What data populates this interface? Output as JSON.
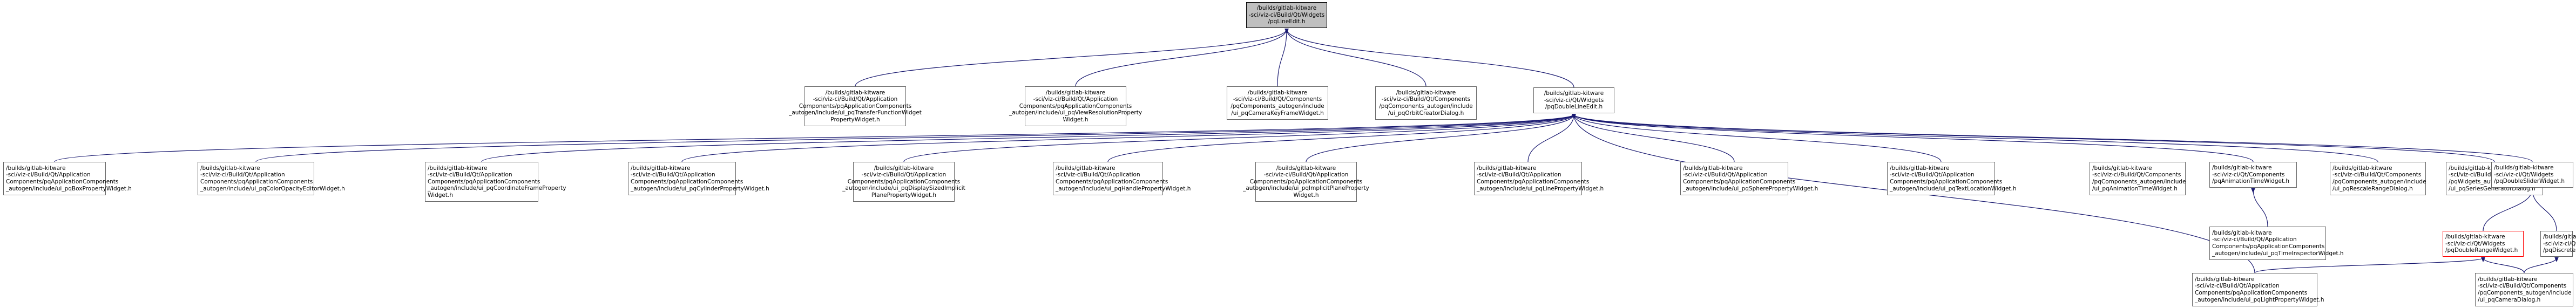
{
  "colors": {
    "edge": "#191970",
    "border": "#666666",
    "root_fill": "#bfbfbf",
    "highlight_border": "#ff0000"
  },
  "nodes": {
    "root": {
      "lines": [
        "/builds/gitlab-kitware",
        "-sci/viz-ci/Build/Qt/Widgets",
        "/pqLineEdit.h"
      ]
    },
    "transfer": {
      "lines": [
        "/builds/gitlab-kitware",
        "-sci/viz-ci/Build/Qt/Application",
        "Components/pqApplicationComponents",
        "_autogen/include/ui_pqTransferFunctionWidget",
        "PropertyWidget.h"
      ]
    },
    "viewres": {
      "lines": [
        "/builds/gitlab-kitware",
        "-sci/viz-ci/Build/Qt/Application",
        "Components/pqApplicationComponents",
        "_autogen/include/ui_pqViewResolutionProperty",
        "Widget.h"
      ]
    },
    "camkey": {
      "lines": [
        "/builds/gitlab-kitware",
        "-sci/viz-ci/Build/Qt/Components",
        "/pqComponents_autogen/include",
        "/ui_pqCameraKeyFrameWidget.h"
      ]
    },
    "orbit": {
      "lines": [
        "/builds/gitlab-kitware",
        "-sci/viz-ci/Build/Qt/Components",
        "/pqComponents_autogen/include",
        "/ui_pqOrbitCreatorDialog.h"
      ]
    },
    "dle": {
      "lines": [
        "/builds/gitlab-kitware",
        "-sci/viz-ci/Qt/Widgets",
        "/pqDoubleLineEdit.h"
      ]
    },
    "box": {
      "lines": [
        "/builds/gitlab-kitware",
        "-sci/viz-ci/Build/Qt/Application",
        "Components/pqApplicationComponents",
        "_autogen/include/ui_pqBoxPropertyWidget.h"
      ]
    },
    "coloropacity": {
      "lines": [
        "/builds/gitlab-kitware",
        "-sci/viz-ci/Build/Qt/Application",
        "Components/pqApplicationComponents",
        "_autogen/include/ui_pqColorOpacityEditorWidget.h"
      ]
    },
    "coordframe": {
      "lines": [
        "/builds/gitlab-kitware",
        "-sci/viz-ci/Build/Qt/Application",
        "Components/pqApplicationComponents",
        "_autogen/include/ui_pqCoordinateFrameProperty",
        "Widget.h"
      ]
    },
    "cylinder": {
      "lines": [
        "/builds/gitlab-kitware",
        "-sci/viz-ci/Build/Qt/Application",
        "Components/pqApplicationComponents",
        "_autogen/include/ui_pqCylinderPropertyWidget.h"
      ]
    },
    "displaysized": {
      "lines": [
        "/builds/gitlab-kitware",
        "-sci/viz-ci/Build/Qt/Application",
        "Components/pqApplicationComponents",
        "_autogen/include/ui_pqDisplaySizedImplicit",
        "PlanePropertyWidget.h"
      ]
    },
    "handle": {
      "lines": [
        "/builds/gitlab-kitware",
        "-sci/viz-ci/Build/Qt/Application",
        "Components/pqApplicationComponents",
        "_autogen/include/ui_pqHandlePropertyWidget.h"
      ]
    },
    "implicitplane": {
      "lines": [
        "/builds/gitlab-kitware",
        "-sci/viz-ci/Build/Qt/Application",
        "Components/pqApplicationComponents",
        "_autogen/include/ui_pqImplicitPlaneProperty",
        "Widget.h"
      ]
    },
    "lineprop": {
      "lines": [
        "/builds/gitlab-kitware",
        "-sci/viz-ci/Build/Qt/Application",
        "Components/pqApplicationComponents",
        "_autogen/include/ui_pqLinePropertyWidget.h"
      ]
    },
    "sphere": {
      "lines": [
        "/builds/gitlab-kitware",
        "-sci/viz-ci/Build/Qt/Application",
        "Components/pqApplicationComponents",
        "_autogen/include/ui_pqSpherePropertyWidget.h"
      ]
    },
    "textloc": {
      "lines": [
        "/builds/gitlab-kitware",
        "-sci/viz-ci/Build/Qt/Application",
        "Components/pqApplicationComponents",
        "_autogen/include/ui_pqTextLocationWidget.h"
      ]
    },
    "animtime_ui": {
      "lines": [
        "/builds/gitlab-kitware",
        "-sci/viz-ci/Build/Qt/Components",
        "/pqComponents_autogen/include",
        "/ui_pqAnimationTimeWidget.h"
      ]
    },
    "animtime": {
      "lines": [
        "/builds/gitlab-kitware",
        "-sci/viz-ci/Qt/Components",
        "/pqAnimationTimeWidget.h"
      ]
    },
    "rescale": {
      "lines": [
        "/builds/gitlab-kitware",
        "-sci/viz-ci/Build/Qt/Components",
        "/pqComponents_autogen/include",
        "/ui_pqRescaleRangeDialog.h"
      ]
    },
    "seriesgen": {
      "lines": [
        "/builds/gitlab-kitware",
        "-sci/viz-ci/Build/Qt/Widgets",
        "/pqWidgets_autogen/include",
        "/ui_pqSeriesGeneratorDialog.h"
      ]
    },
    "dslider": {
      "lines": [
        "/builds/gitlab-kitware",
        "-sci/viz-ci/Qt/Widgets",
        "/pqDoubleSliderWidget.h"
      ]
    },
    "timeinspector": {
      "lines": [
        "/builds/gitlab-kitware",
        "-sci/viz-ci/Build/Qt/Application",
        "Components/pqApplicationComponents",
        "_autogen/include/ui_pqTimeInspectorWidget.h"
      ]
    },
    "drange": {
      "lines": [
        "/builds/gitlab-kitware",
        "-sci/viz-ci/Qt/Widgets",
        "/pqDoubleRangeWidget.h"
      ]
    },
    "discretedbl": {
      "lines": [
        "/builds/gitlab-kitware",
        "-sci/viz-ci/Qt/Widgets",
        "/pqDiscreteDoubleWidget.h"
      ]
    },
    "lightprop": {
      "lines": [
        "/builds/gitlab-kitware",
        "-sci/viz-ci/Build/Qt/Application",
        "Components/pqApplicationComponents",
        "_autogen/include/ui_pqLightPropertyWidget.h"
      ]
    },
    "camdialog": {
      "lines": [
        "/builds/gitlab-kitware",
        "-sci/viz-ci/Build/Qt/Components",
        "/pqComponents_autogen/include",
        "/ui_pqCameraDialog.h"
      ]
    }
  }
}
